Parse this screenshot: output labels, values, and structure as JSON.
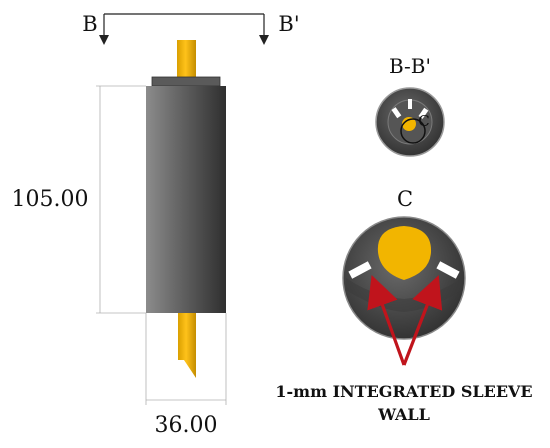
{
  "labels": {
    "section_left": "B",
    "section_right": "B'",
    "section_view_title": "B-B'",
    "detail_small": "C",
    "detail_title": "C",
    "height_dimension": "105.00",
    "width_dimension": "36.00",
    "callout_line1": "1-mm INTEGRATED SLEEVE",
    "callout_line2": "WALL"
  },
  "colors": {
    "rod": "#f2b500",
    "rod_dark": "#c58f00",
    "sleeve_light": "#8a8a8a",
    "sleeve_dark": "#3d3d3d",
    "arrow": "#c0141c",
    "dimension_line": "#b0b0b0"
  }
}
